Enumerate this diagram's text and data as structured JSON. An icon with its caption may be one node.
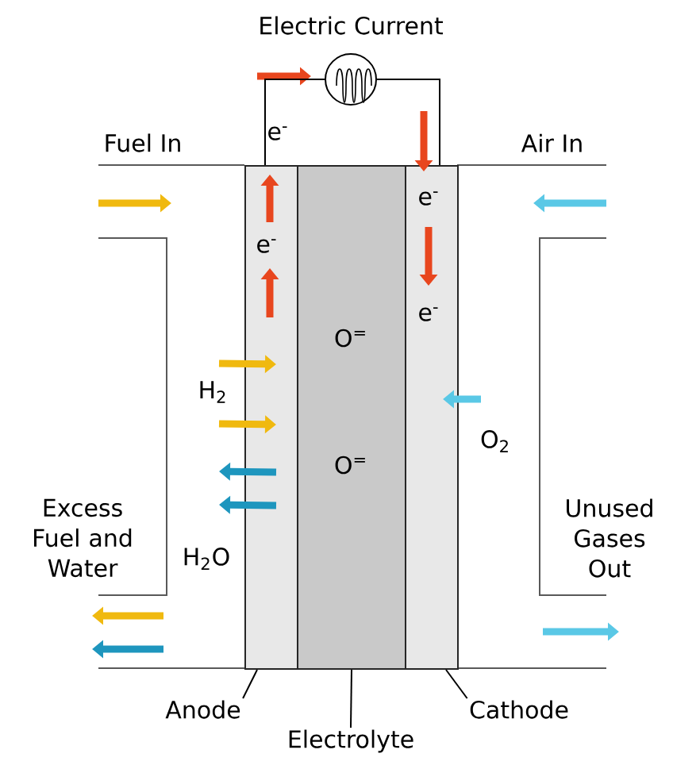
{
  "diagram": {
    "nodes": [
      {
        "text": [
          "e$^{-}$"
        ]
      },
      {
        "text": [
          "O$^{=}$",
          "O$^{=}$"
        ]
      },
      {
        "text": [
          "e$^{-}$",
          "e$^{-}$"
        ]
      },
      {
        "text": [],
        "shape": "circle",
        "beside": [
          "Electric Current"
        ]
      },
      {
        "text": [
          "Anode"
        ]
      },
      {
        "text": [
          "Electrolyte"
        ]
      },
      {
        "text": [
          "Cathode"
        ]
      }
    ],
    "edges": [
      {
        "from": 4,
        "to": 0,
        "arrow": "none"
      },
      {
        "from": 5,
        "to": 1,
        "arrow": "none"
      },
      {
        "from": 6,
        "to": 2,
        "arrow": "none"
      },
      {
        "from": 0,
        "to": 3,
        "arrow": "none"
      },
      {
        "from": 3,
        "to": 2,
        "arrow": "none"
      },
      {
        "from": null,
        "to": 0,
        "arrow": "to",
        "style": "thick",
        "color": "#f0b90f"
      },
      {
        "from": null,
        "to": 0,
        "arrow": "to",
        "style": "thick",
        "color": "#f0b90f"
      },
      {
        "from": 0,
        "to": null,
        "arrow": "to",
        "style": "thick",
        "color": "#1e96be"
      },
      {
        "from": 0,
        "to": null,
        "arrow": "to",
        "style": "thick",
        "color": "#1e96be"
      },
      {
        "from": null,
        "to": 2,
        "arrow": "to",
        "style": "thick",
        "color": "#5ac8e6"
      }
    ],
    "labels": [
      "Fuel In",
      "Air In",
      "e$^{-}$",
      "H$_{2}$",
      "O$_{2}$",
      "Excess Fuel and Water",
      "H$_{2}$O",
      "Unused Gases Out"
    ]
  }
}
